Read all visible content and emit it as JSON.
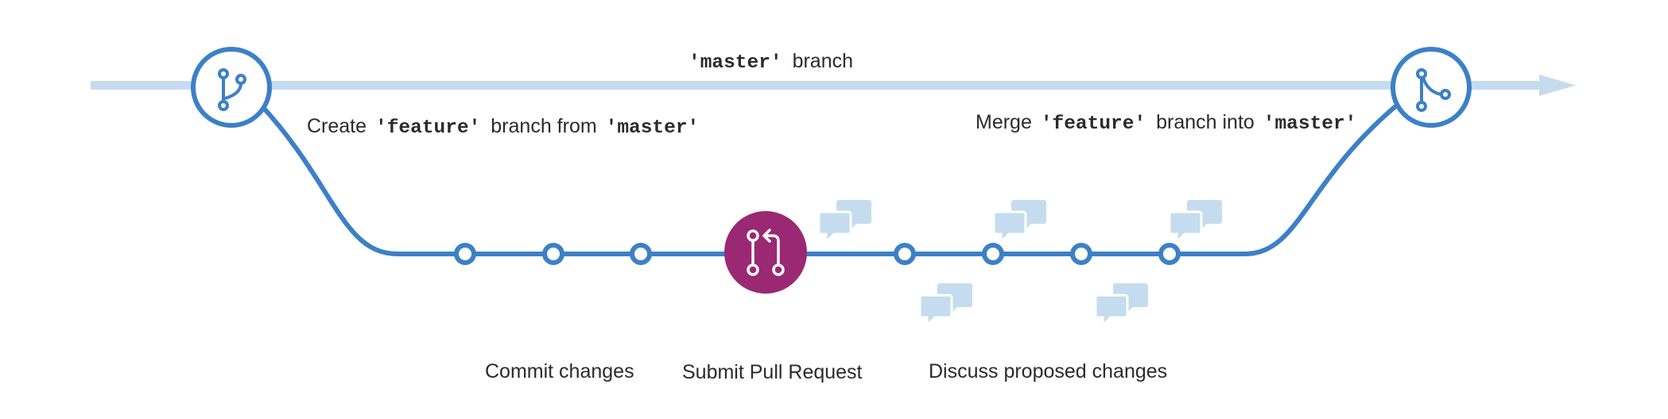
{
  "colors": {
    "master_line": "#c5dcef",
    "feature_line": "#3c80c7",
    "pull_request": "#9a2872",
    "comment_bubble": "#c5dcef",
    "text": "#2b2b2b"
  },
  "labels": {
    "master": {
      "code": "'master'",
      "text": "branch"
    },
    "create": {
      "prefix": "Create",
      "code1": "'feature'",
      "middle": "branch from",
      "code2": "'master'"
    },
    "merge": {
      "prefix": "Merge",
      "code1": "'feature'",
      "middle": "branch into",
      "code2": "'master'"
    },
    "commit": "Commit changes",
    "pull_request": "Submit Pull Request",
    "discuss": "Discuss proposed changes"
  },
  "icons": {
    "branch_node": "git-branch-icon",
    "merge_node": "git-merge-icon",
    "pull_request_node": "git-pull-request-icon",
    "commit_node": "commit-dot-icon",
    "comment": "comment-discussion-icon"
  }
}
